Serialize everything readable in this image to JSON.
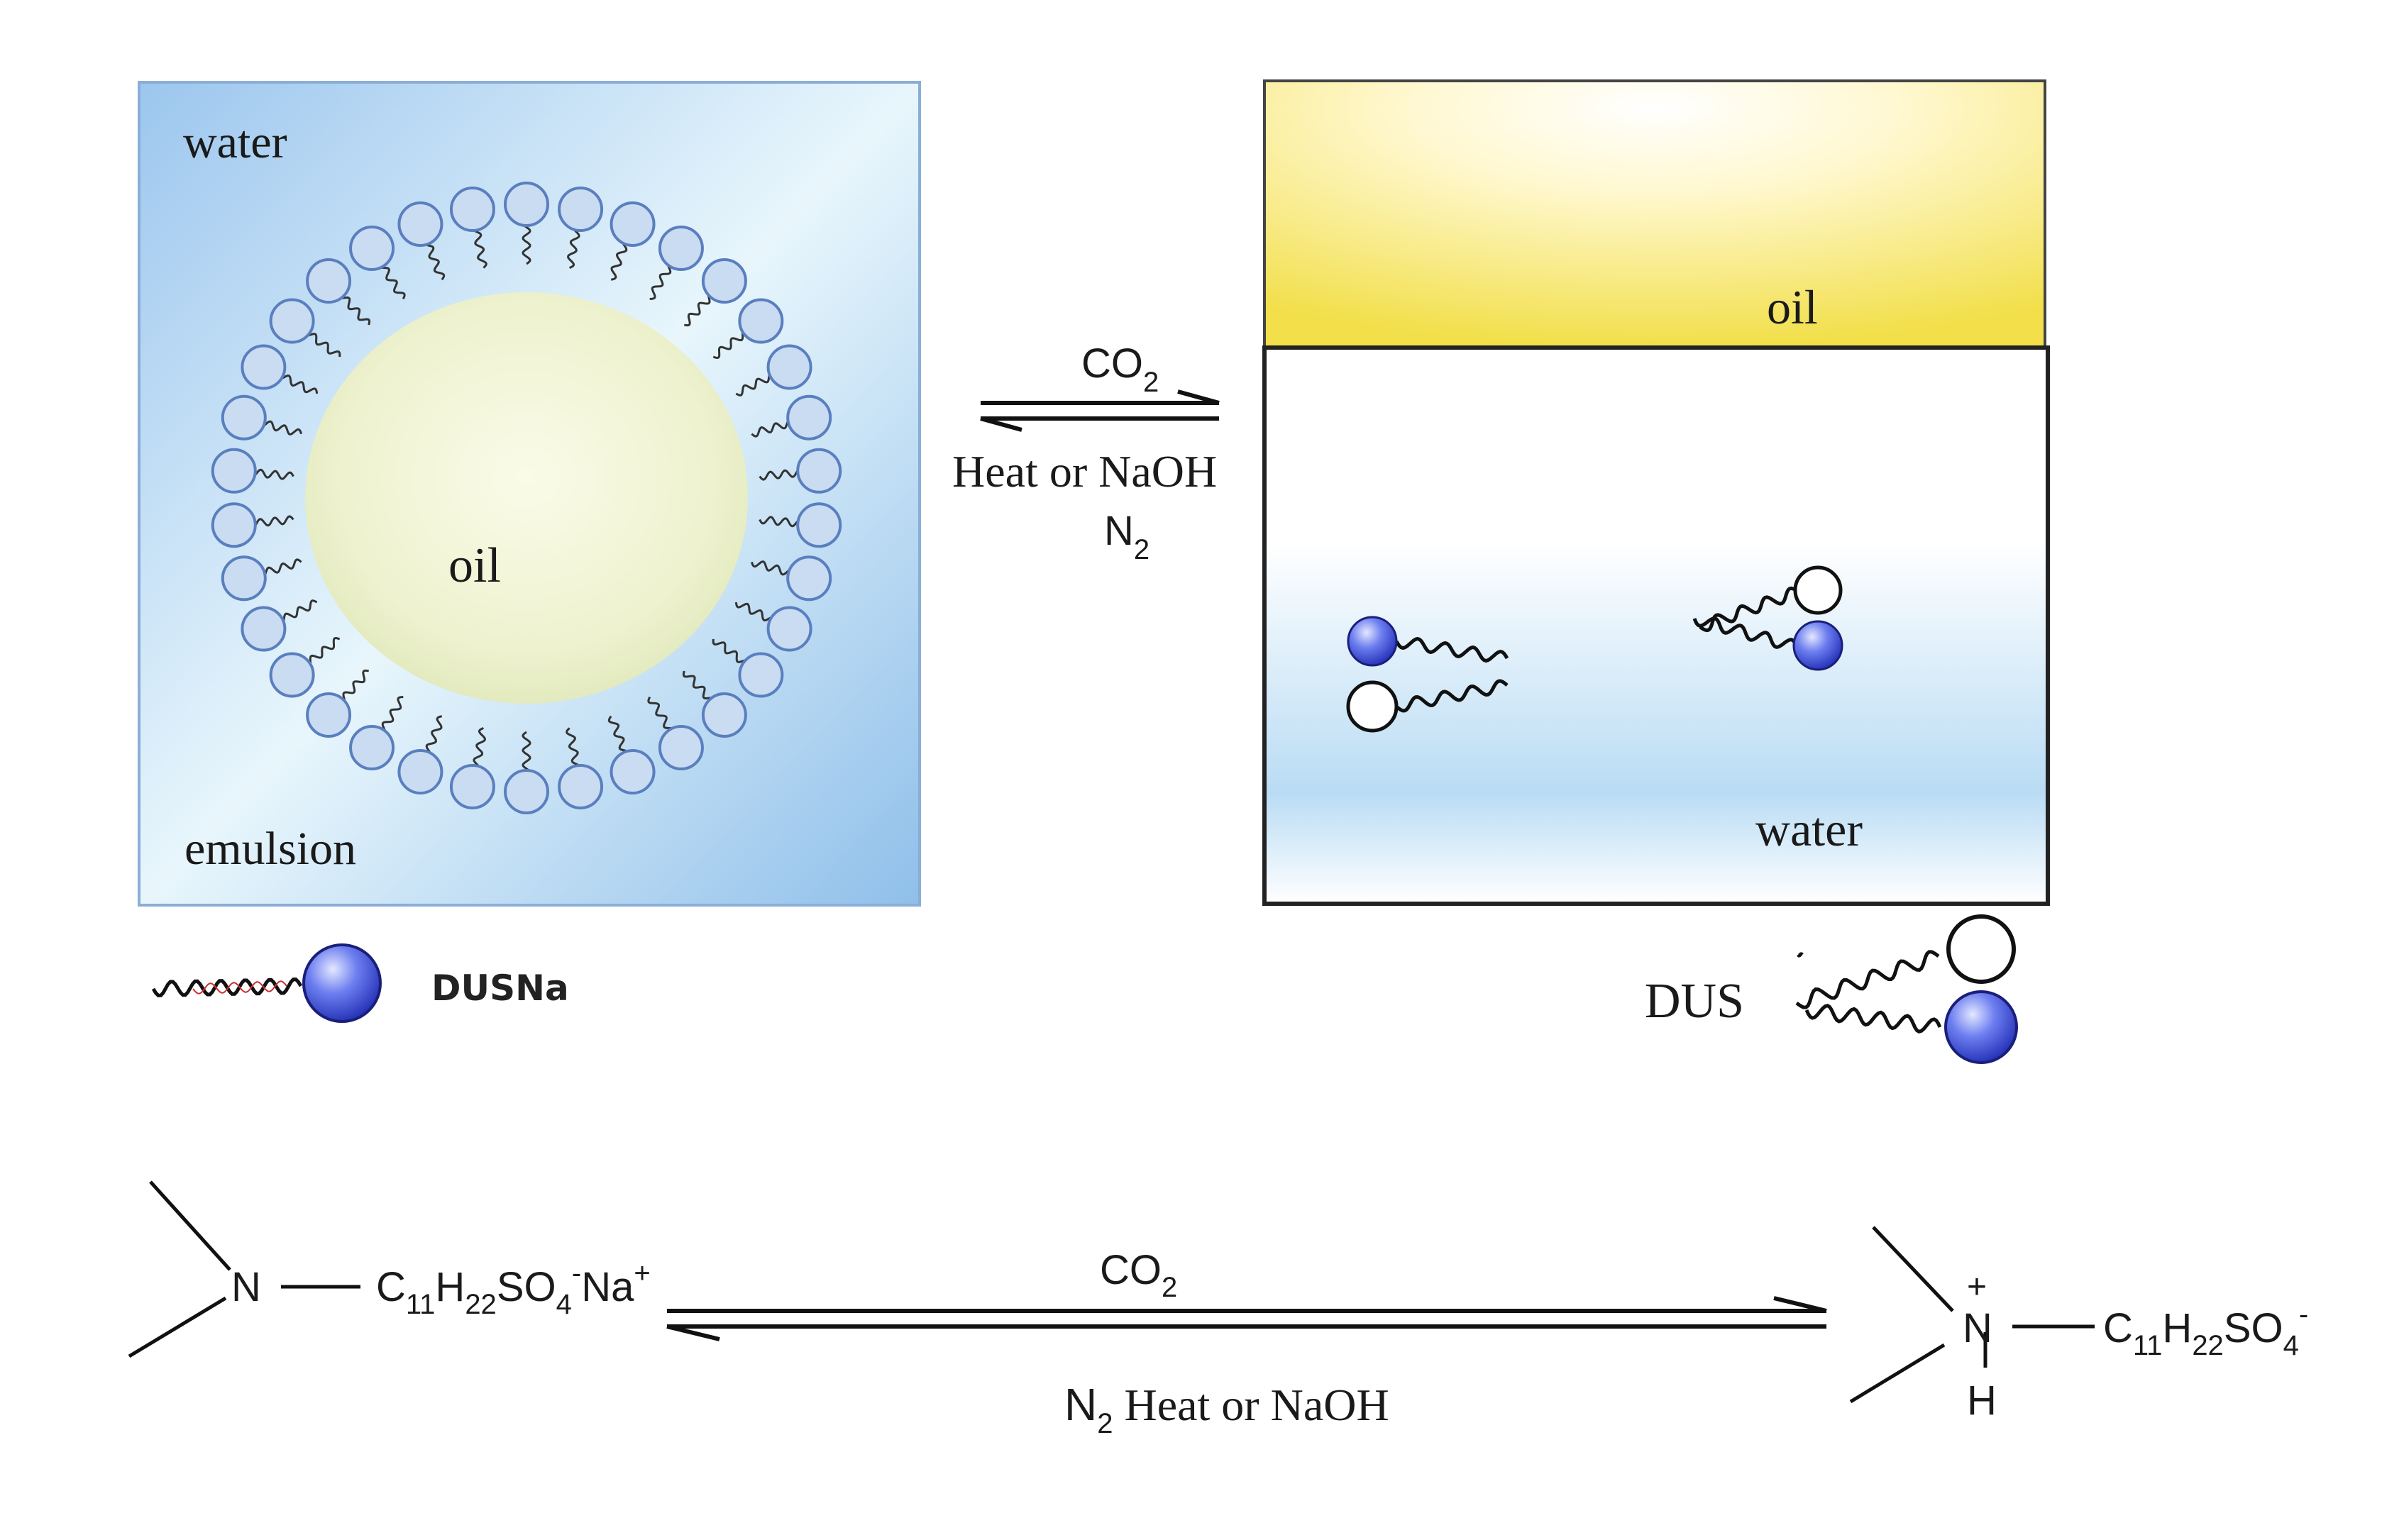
{
  "panel_left": {
    "water_label": "water",
    "oil_label": "oil",
    "emulsion_label": "emulsion"
  },
  "panel_right": {
    "oil_label": "oil",
    "water_label": "water"
  },
  "upper_arrow": {
    "top": "CO",
    "top_sub": "2",
    "bottom_line1": "Heat or NaOH",
    "bottom_line2": "N",
    "bottom_line2_sub": "2"
  },
  "legend": {
    "left_label": "DUSNa",
    "right_label": "DUS"
  },
  "reaction": {
    "left_n": "N",
    "left_formula": {
      "c": "C",
      "c_sub": "11",
      "h": "H",
      "h_sub": "22",
      "so": "SO",
      "so_sub": "4",
      "so_sup": "-",
      "na": "Na",
      "na_sup": "+"
    },
    "arrow_top": "CO",
    "arrow_top_sub": "2",
    "arrow_bottom": {
      "n": "N",
      "n_sub": "2",
      "rest": " Heat or NaOH"
    },
    "right_n": "N",
    "right_n_charge": "+",
    "right_h": "H",
    "right_formula": {
      "c": "C",
      "c_sub": "11",
      "h": "H",
      "h_sub": "22",
      "so": "SO",
      "so_sub": "4",
      "so_sup": "-"
    }
  },
  "colors": {
    "head_fill": "#c9dcf2",
    "head_stroke": "#5a7fbf",
    "blue_ball": "#3b4fd0",
    "oil_yellow": "#f5e36a",
    "water_blue": "#a9d3f2"
  }
}
